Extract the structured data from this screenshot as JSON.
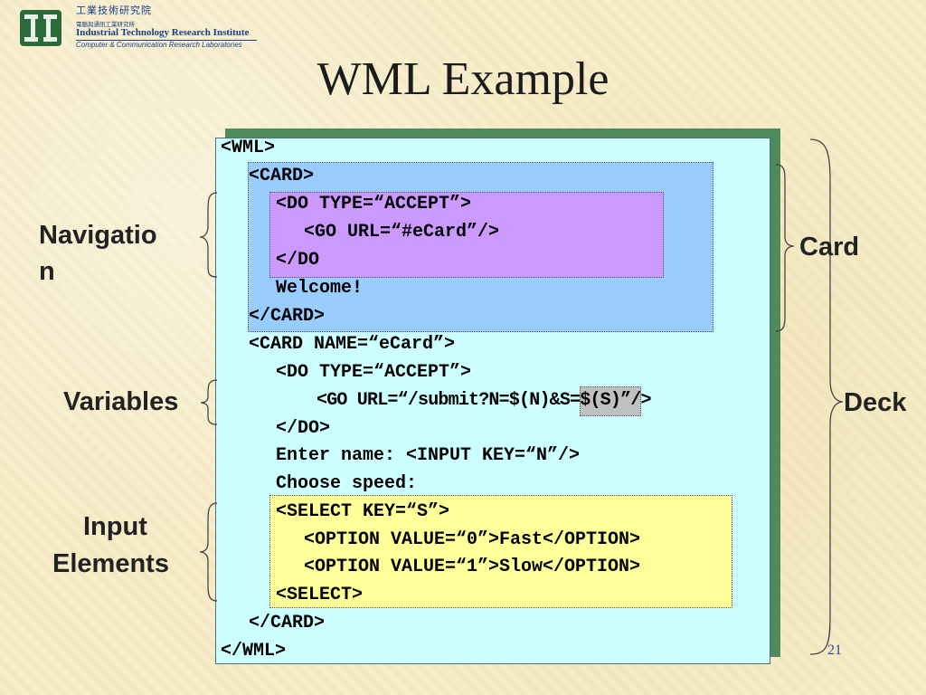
{
  "header": {
    "org_cn": "工業技術研究院",
    "org_cn_sub": "電腦與通訊工業研究所",
    "org_en": "Industrial Technology Research Institute",
    "org_sub": "Computer & Communication Research Laboratories"
  },
  "title": "WML Example",
  "code": [
    "<WML>",
    "<CARD>",
    "<DO TYPE=“ACCEPT”>",
    "<GO URL=“#eCard”/>",
    "</DO",
    "Welcome!",
    "</CARD>",
    "<CARD NAME=“eCard”>",
    "<DO TYPE=“ACCEPT”>",
    "<GO URL=“/submit?N=$(N)&S=$(S)”/>",
    "</DO>",
    "Enter name: <INPUT KEY=“N”/>",
    "Choose speed:",
    "<SELECT KEY=“S”>",
    "<OPTION VALUE=“0”>Fast</OPTION>",
    "<OPTION VALUE=“1”>Slow</OPTION>",
    "<SELECT>",
    "</CARD>",
    "</WML>"
  ],
  "labels": {
    "navigation_1": "Navigatio",
    "navigation_2": "n",
    "variables": "Variables",
    "input_1": "Input",
    "input_2": "Elements",
    "card": "Card",
    "deck": "Deck"
  },
  "page_number": "21",
  "colors": {
    "card_highlight": "#99ccff",
    "do_highlight": "#cc99ff",
    "select_highlight": "#ffff99",
    "variable_highlight": "#c0c0c0",
    "code_background": "#ccffff",
    "panel_shadow": "#4f8a5c"
  }
}
